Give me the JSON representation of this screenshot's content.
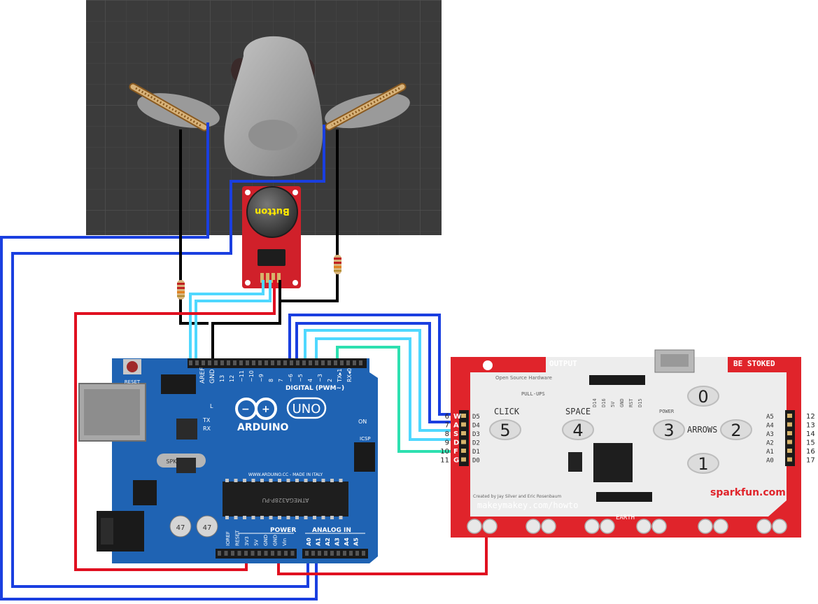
{
  "scene": {
    "bg_color": "#3b3b3b",
    "creature_color": "#a9a9a9",
    "sensor_color": "#d8b37a"
  },
  "joystick": {
    "cap_label": "Button",
    "board_color": "#d0202a"
  },
  "arduino": {
    "board_color": "#1f63b3",
    "logo_text": "ARDUINO",
    "model_text": "UNO",
    "reset_label": "RESET",
    "digital_label": "DIGITAL (PWM~)",
    "power_label": "POWER",
    "analog_label": "ANALOG IN",
    "icsp_label": "ICSP",
    "on_label": "ON",
    "tx_label": "TX",
    "rx_label": "RX",
    "l_label": "L",
    "website_text": "WWW.ARDUINO.CC - MADE IN ITALY",
    "chip_text": "ATMEGA328P-PU",
    "crystal_text": "SPK16.000",
    "cap_text_1": "47",
    "cap_text_2": "47",
    "aref_label": "AREF",
    "gnd_label": "GND",
    "digital_pins": [
      "13",
      "12",
      "~11",
      "~10",
      "~9",
      "8",
      "7",
      "~6",
      "~5",
      "4",
      "~3",
      "2",
      "TX▸1",
      "RX◂0"
    ],
    "power_pins": [
      "IOREF",
      "RESET",
      "3V3",
      "5V",
      "GND",
      "GND",
      "Vin"
    ],
    "analog_pins": [
      "A0",
      "A1",
      "A2",
      "A3",
      "A4",
      "A5"
    ]
  },
  "makey": {
    "board_color": "#e0242b",
    "output_label": "OUTPUT",
    "be_stoked_label": "BE STOKED",
    "open_source_label": "Open Source\nHardware",
    "pullups_label": "PULL-UPS",
    "power_label": "POWER",
    "click_label": "CLICK",
    "space_label": "SPACE",
    "arrows_label": "ARROWS",
    "pad_numbers": [
      "5",
      "4",
      "3",
      "2",
      "1",
      "0"
    ],
    "earth_label": "EARTH",
    "url_label": "makeymakey.com/howto",
    "brand_label": "sparkfun.com",
    "credit_label": "Created by Jay Silver and Eric Rosenbaum",
    "header_pins": [
      "D14",
      "D16",
      "5V",
      "GND",
      "RST",
      "D15"
    ],
    "left_rows": [
      {
        "letter": "W",
        "label": "D5",
        "num": "6"
      },
      {
        "letter": "A",
        "label": "D4",
        "num": "7"
      },
      {
        "letter": "S",
        "label": "D3",
        "num": "8"
      },
      {
        "letter": "D",
        "label": "D2",
        "num": "9"
      },
      {
        "letter": "F",
        "label": "D1",
        "num": "10"
      },
      {
        "letter": "G",
        "label": "D0",
        "num": "11"
      }
    ],
    "right_rows": [
      {
        "label": "A5",
        "num": "12"
      },
      {
        "label": "A4",
        "num": "13"
      },
      {
        "label": "A3",
        "num": "14"
      },
      {
        "label": "A2",
        "num": "15"
      },
      {
        "label": "A1",
        "num": "16"
      },
      {
        "label": "A0",
        "num": "17"
      }
    ]
  },
  "wire_colors": {
    "blue": "#1a3fe0",
    "black": "#000000",
    "red": "#e01020",
    "cyan": "#4fd8ff",
    "teal": "#2de0b0"
  }
}
